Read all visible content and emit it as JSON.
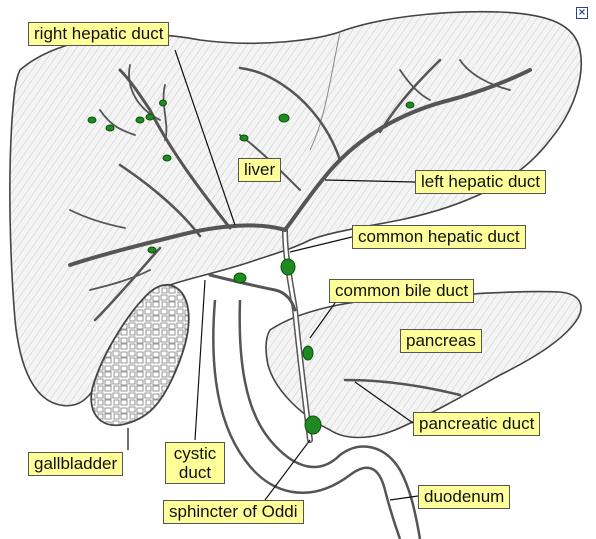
{
  "labels": {
    "right_hepatic_duct": "right hepatic duct",
    "liver": "liver",
    "left_hepatic_duct": "left hepatic duct",
    "common_hepatic_duct": "common hepatic duct",
    "common_bile_duct": "common bile duct",
    "pancreas": "pancreas",
    "pancreatic_duct": "pancreatic duct",
    "duodenum": "duodenum",
    "gallbladder": "gallbladder",
    "cystic_duct_line1": "cystic",
    "cystic_duct_line2": "duct",
    "sphincter_of_oddi": "sphincter of Oddi"
  },
  "close_glyph": "×",
  "colors": {
    "label_fill": "#ffff99",
    "marker_green": "#1f8a1f",
    "close_blue": "#2a3f9a"
  }
}
